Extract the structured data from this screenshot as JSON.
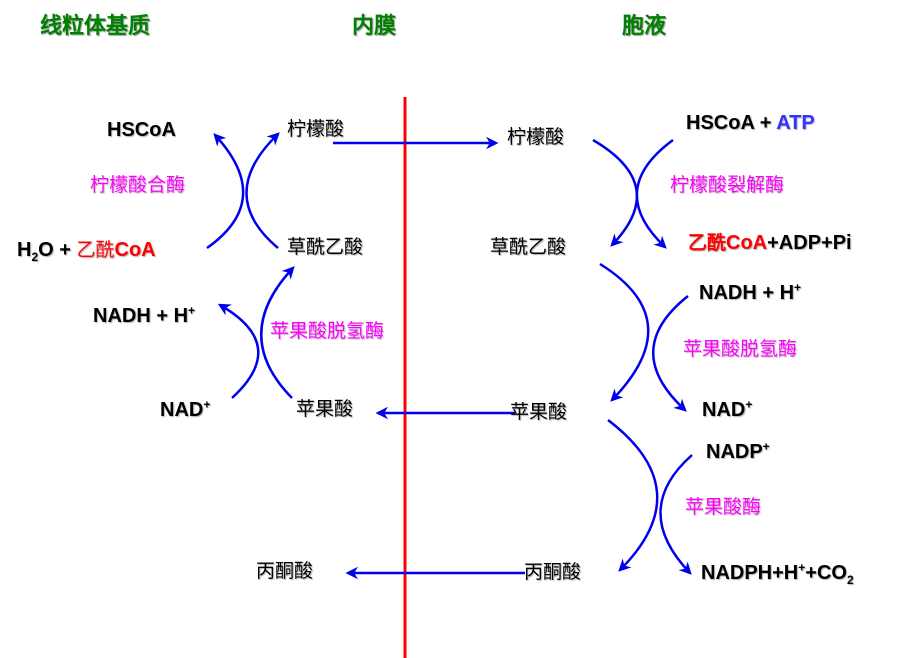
{
  "headers": {
    "matrix": "线粒体基质",
    "membrane": "内膜",
    "cytosol": "胞液"
  },
  "colors": {
    "header": "#008000",
    "membrane_line": "#ff0000",
    "arrow": "#0000ee",
    "enzyme": "#ff00ff",
    "highlight_red": "#ff0000",
    "atp_blue": "#3333ff"
  },
  "matrix": {
    "hscoa": "HSCoA",
    "citrate": "柠檬酸",
    "citrate_synthase": "柠檬酸合酶",
    "h2o_plus": "H",
    "h2o_sub": "2",
    "h2o_rest": "O + ",
    "acetyl_cn": "乙酰",
    "acetyl_coa": "CoA",
    "oxaloacetate": "草酰乙酸",
    "nadh": "NADH + H",
    "nadh_sup": "+",
    "malate_dh": "苹果酸脱氢酶",
    "nad": "NAD",
    "nad_sup": "+",
    "malate": "苹果酸",
    "pyruvate": "丙酮酸"
  },
  "cytosol": {
    "citrate": "柠檬酸",
    "hscoa_atp_prefix": "HSCoA + ",
    "atp": "ATP",
    "citrate_lyase": "柠檬酸裂解酶",
    "oxaloacetate": "草酰乙酸",
    "acetyl_cn": "乙酰",
    "acetyl_coa": "CoA",
    "adp_pi": "+ADP+Pi",
    "nadh": "NADH + H",
    "nadh_sup": "+",
    "malate_dh": "苹果酸脱氢酶",
    "nad": "NAD",
    "nad_sup": "+",
    "malate": "苹果酸",
    "nadp": "NADP",
    "nadp_sup": "+",
    "malic_enzyme": "苹果酸酶",
    "pyruvate": "丙酮酸",
    "nadph_a": "NADPH+H",
    "nadph_sup": "+",
    "nadph_b": "+CO",
    "nadph_sub": "2"
  }
}
